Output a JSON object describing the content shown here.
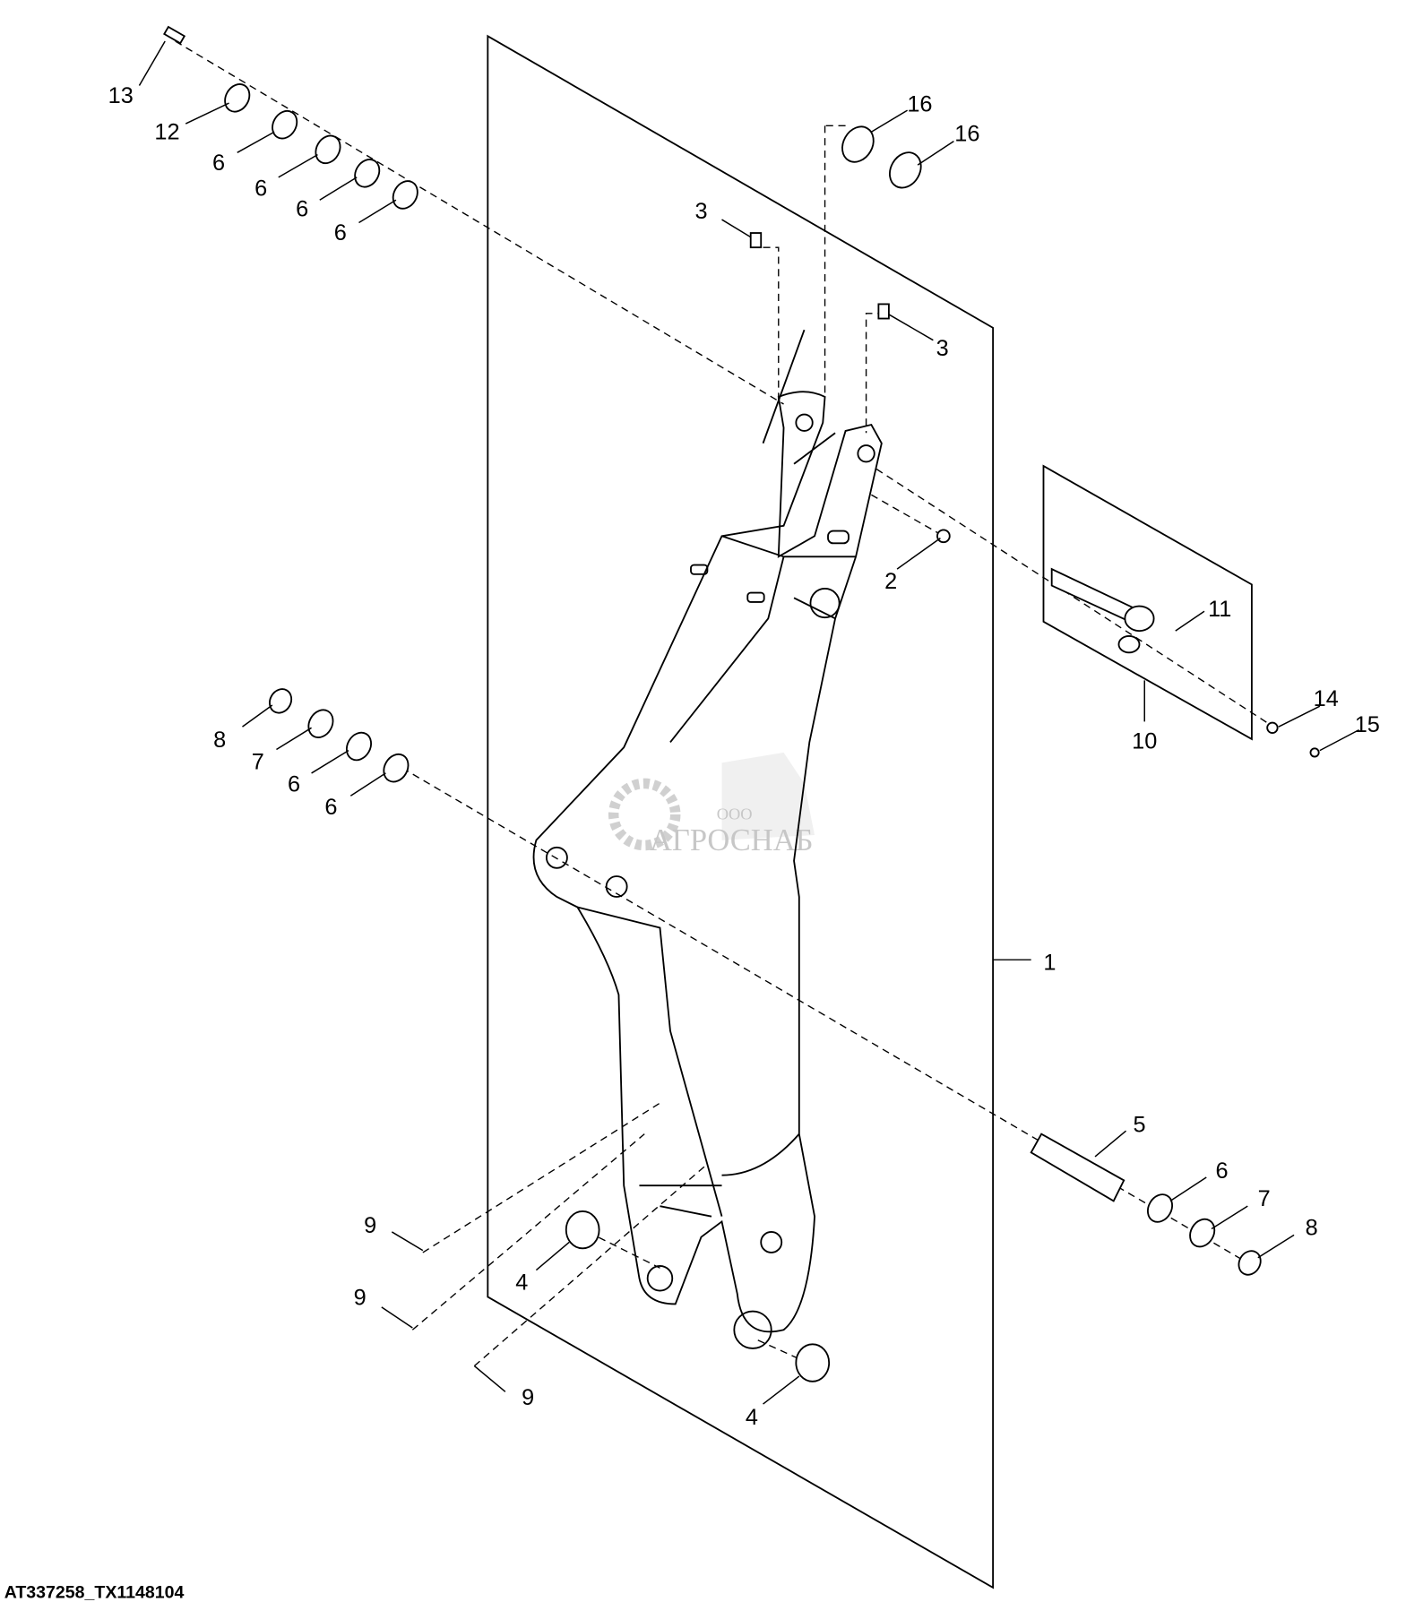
{
  "diagram": {
    "caption": "AT337258_TX1148104",
    "watermark": {
      "line1": "ООО",
      "line2": "АГРОСНАБ"
    },
    "callouts": [
      "13",
      "12",
      "6",
      "6",
      "6",
      "6",
      "16",
      "16",
      "3",
      "3",
      "2",
      "11",
      "10",
      "14",
      "15",
      "8",
      "7",
      "6",
      "6",
      "1",
      "5",
      "6",
      "7",
      "8",
      "9",
      "9",
      "4",
      "9",
      "4"
    ]
  }
}
